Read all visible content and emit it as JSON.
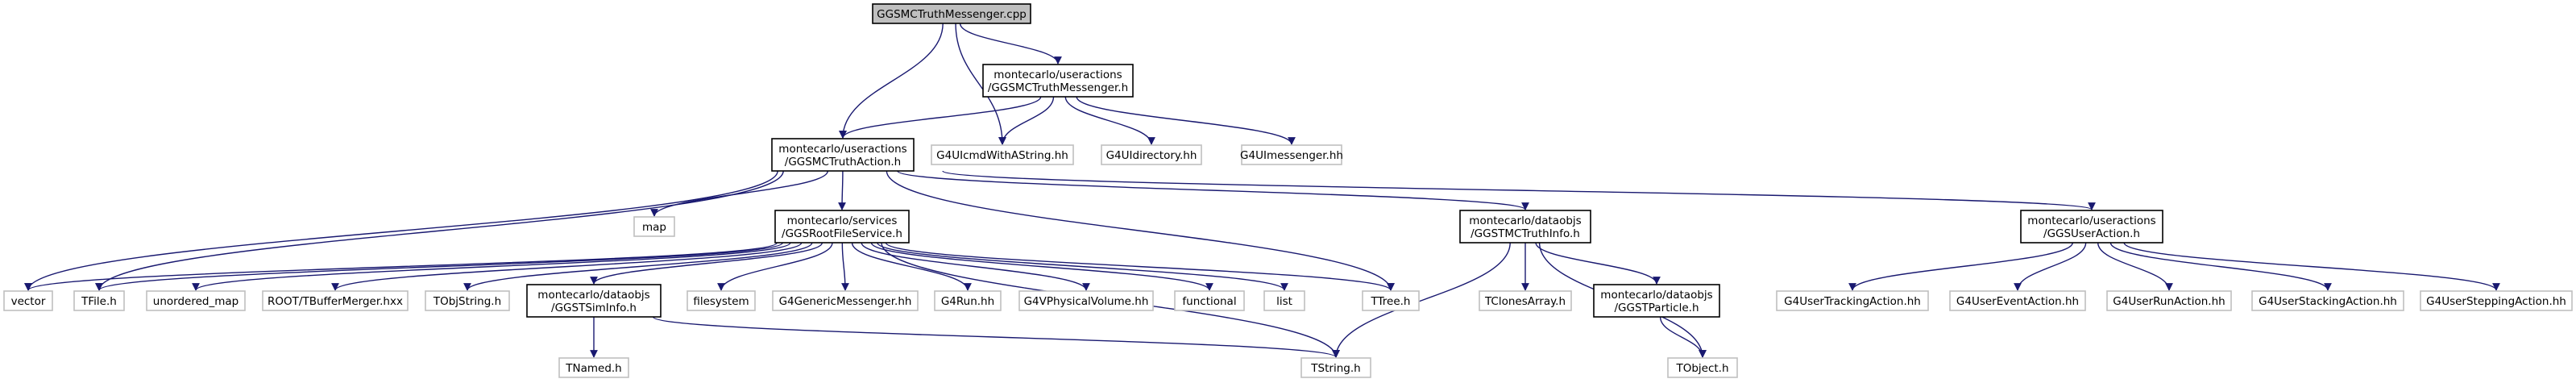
{
  "diagram": {
    "title": "",
    "colors": {
      "edge": "#191970",
      "root_fill": "#bfbfbf",
      "root_stroke": "#000000",
      "internal_stroke": "#000000",
      "external_stroke": "#bfbfbf",
      "node_fill": "#ffffff"
    },
    "nodes": [
      {
        "id": "root",
        "kind": "root",
        "lines": [
          "GGSMCTruthMessenger.cpp"
        ]
      },
      {
        "id": "msg_h",
        "kind": "internal",
        "lines": [
          "montecarlo/useractions",
          "/GGSMCTruthMessenger.h"
        ]
      },
      {
        "id": "act_h",
        "kind": "internal",
        "lines": [
          "montecarlo/useractions",
          "/GGSMCTruthAction.h"
        ]
      },
      {
        "id": "g4cmd",
        "kind": "external",
        "lines": [
          "G4UIcmdWithAString.hh"
        ]
      },
      {
        "id": "g4dir",
        "kind": "external",
        "lines": [
          "G4UIdirectory.hh"
        ]
      },
      {
        "id": "g4mess",
        "kind": "external",
        "lines": [
          "G4UImessenger.hh"
        ]
      },
      {
        "id": "map",
        "kind": "external",
        "lines": [
          "map"
        ]
      },
      {
        "id": "rootfile",
        "kind": "internal",
        "lines": [
          "montecarlo/services",
          "/GGSRootFileService.h"
        ]
      },
      {
        "id": "truthinfo",
        "kind": "internal",
        "lines": [
          "montecarlo/dataobjs",
          "/GGSTMCTruthInfo.h"
        ]
      },
      {
        "id": "useraction",
        "kind": "internal",
        "lines": [
          "montecarlo/useractions",
          "/GGSUserAction.h"
        ]
      },
      {
        "id": "vector",
        "kind": "external",
        "lines": [
          "vector"
        ]
      },
      {
        "id": "tfile",
        "kind": "external",
        "lines": [
          "TFile.h"
        ]
      },
      {
        "id": "umap",
        "kind": "external",
        "lines": [
          "unordered_map"
        ]
      },
      {
        "id": "tbuf",
        "kind": "external",
        "lines": [
          "ROOT/TBufferMerger.hxx"
        ]
      },
      {
        "id": "tobjstr",
        "kind": "external",
        "lines": [
          "TObjString.h"
        ]
      },
      {
        "id": "siminfo",
        "kind": "internal",
        "lines": [
          "montecarlo/dataobjs",
          "/GGSTSimInfo.h"
        ]
      },
      {
        "id": "fs",
        "kind": "external",
        "lines": [
          "filesystem"
        ]
      },
      {
        "id": "g4gen",
        "kind": "external",
        "lines": [
          "G4GenericMessenger.hh"
        ]
      },
      {
        "id": "g4run",
        "kind": "external",
        "lines": [
          "G4Run.hh"
        ]
      },
      {
        "id": "g4vpv",
        "kind": "external",
        "lines": [
          "G4VPhysicalVolume.hh"
        ]
      },
      {
        "id": "functional",
        "kind": "external",
        "lines": [
          "functional"
        ]
      },
      {
        "id": "list",
        "kind": "external",
        "lines": [
          "list"
        ]
      },
      {
        "id": "ttree",
        "kind": "external",
        "lines": [
          "TTree.h"
        ]
      },
      {
        "id": "tclones",
        "kind": "external",
        "lines": [
          "TClonesArray.h"
        ]
      },
      {
        "id": "particle",
        "kind": "internal",
        "lines": [
          "montecarlo/dataobjs",
          "/GGSTParticle.h"
        ]
      },
      {
        "id": "tnamed",
        "kind": "external",
        "lines": [
          "TNamed.h"
        ]
      },
      {
        "id": "tstring",
        "kind": "external",
        "lines": [
          "TString.h"
        ]
      },
      {
        "id": "tobject",
        "kind": "external",
        "lines": [
          "TObject.h"
        ]
      },
      {
        "id": "g4track",
        "kind": "external",
        "lines": [
          "G4UserTrackingAction.hh"
        ]
      },
      {
        "id": "g4event",
        "kind": "external",
        "lines": [
          "G4UserEventAction.hh"
        ]
      },
      {
        "id": "g4urun",
        "kind": "external",
        "lines": [
          "G4UserRunAction.hh"
        ]
      },
      {
        "id": "g4stack",
        "kind": "external",
        "lines": [
          "G4UserStackingAction.hh"
        ]
      },
      {
        "id": "g4step",
        "kind": "external",
        "lines": [
          "G4UserSteppingAction.hh"
        ]
      }
    ],
    "edges": [
      [
        "root",
        "msg_h"
      ],
      [
        "root",
        "act_h"
      ],
      [
        "root",
        "g4cmd"
      ],
      [
        "msg_h",
        "act_h"
      ],
      [
        "msg_h",
        "g4cmd"
      ],
      [
        "msg_h",
        "g4dir"
      ],
      [
        "msg_h",
        "g4mess"
      ],
      [
        "act_h",
        "map"
      ],
      [
        "act_h",
        "vector"
      ],
      [
        "act_h",
        "tfile"
      ],
      [
        "act_h",
        "rootfile"
      ],
      [
        "act_h",
        "ttree"
      ],
      [
        "act_h",
        "truthinfo"
      ],
      [
        "act_h",
        "useraction"
      ],
      [
        "rootfile",
        "vector"
      ],
      [
        "rootfile",
        "tfile"
      ],
      [
        "rootfile",
        "umap"
      ],
      [
        "rootfile",
        "tbuf"
      ],
      [
        "rootfile",
        "tobjstr"
      ],
      [
        "rootfile",
        "siminfo"
      ],
      [
        "rootfile",
        "fs"
      ],
      [
        "rootfile",
        "g4gen"
      ],
      [
        "rootfile",
        "g4run"
      ],
      [
        "rootfile",
        "g4vpv"
      ],
      [
        "rootfile",
        "functional"
      ],
      [
        "rootfile",
        "list"
      ],
      [
        "rootfile",
        "ttree"
      ],
      [
        "rootfile",
        "tstring"
      ],
      [
        "siminfo",
        "tnamed"
      ],
      [
        "siminfo",
        "tstring"
      ],
      [
        "truthinfo",
        "tstring"
      ],
      [
        "truthinfo",
        "tclones"
      ],
      [
        "truthinfo",
        "particle"
      ],
      [
        "truthinfo",
        "tobject"
      ],
      [
        "particle",
        "tobject"
      ],
      [
        "useraction",
        "g4track"
      ],
      [
        "useraction",
        "g4event"
      ],
      [
        "useraction",
        "g4urun"
      ],
      [
        "useraction",
        "g4stack"
      ],
      [
        "useraction",
        "g4step"
      ]
    ]
  }
}
